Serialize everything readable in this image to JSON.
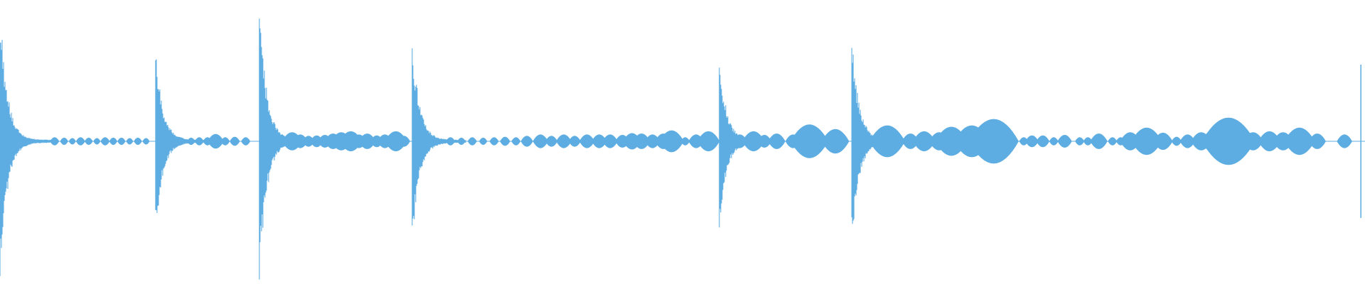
{
  "waveform": {
    "color": "#5dade2",
    "background": "#ffffff",
    "transients": [
      {
        "t": 0.0,
        "amp": 0.49
      },
      {
        "t": 0.114,
        "amp": 0.33
      },
      {
        "t": 0.19,
        "amp": 0.51
      },
      {
        "t": 0.302,
        "amp": 0.37
      },
      {
        "t": 0.527,
        "amp": 0.3
      },
      {
        "t": 0.624,
        "amp": 0.37
      }
    ],
    "blips": [
      {
        "t": 0.04,
        "amp": 0.018
      },
      {
        "t": 0.047,
        "amp": 0.016
      },
      {
        "t": 0.053,
        "amp": 0.014
      },
      {
        "t": 0.059,
        "amp": 0.018
      },
      {
        "t": 0.065,
        "amp": 0.016
      },
      {
        "t": 0.071,
        "amp": 0.014
      },
      {
        "t": 0.077,
        "amp": 0.018
      },
      {
        "t": 0.083,
        "amp": 0.016
      },
      {
        "t": 0.089,
        "amp": 0.016
      },
      {
        "t": 0.095,
        "amp": 0.014
      },
      {
        "t": 0.101,
        "amp": 0.016
      },
      {
        "t": 0.107,
        "amp": 0.014
      },
      {
        "t": 0.124,
        "amp": 0.026
      },
      {
        "t": 0.132,
        "amp": 0.018
      },
      {
        "t": 0.14,
        "amp": 0.016
      },
      {
        "t": 0.146,
        "amp": 0.018
      },
      {
        "t": 0.152,
        "amp": 0.018
      },
      {
        "t": 0.158,
        "amp": 0.032
      },
      {
        "t": 0.165,
        "amp": 0.018
      },
      {
        "t": 0.172,
        "amp": 0.02
      },
      {
        "t": 0.18,
        "amp": 0.018
      },
      {
        "t": 0.206,
        "amp": 0.028
      },
      {
        "t": 0.214,
        "amp": 0.04
      },
      {
        "t": 0.22,
        "amp": 0.03
      },
      {
        "t": 0.226,
        "amp": 0.024
      },
      {
        "t": 0.232,
        "amp": 0.026
      },
      {
        "t": 0.238,
        "amp": 0.028
      },
      {
        "t": 0.244,
        "amp": 0.034
      },
      {
        "t": 0.25,
        "amp": 0.04
      },
      {
        "t": 0.257,
        "amp": 0.044
      },
      {
        "t": 0.263,
        "amp": 0.03
      },
      {
        "t": 0.269,
        "amp": 0.034
      },
      {
        "t": 0.276,
        "amp": 0.026
      },
      {
        "t": 0.282,
        "amp": 0.03
      },
      {
        "t": 0.29,
        "amp": 0.044
      },
      {
        "t": 0.296,
        "amp": 0.024
      },
      {
        "t": 0.33,
        "amp": 0.018
      },
      {
        "t": 0.338,
        "amp": 0.016
      },
      {
        "t": 0.346,
        "amp": 0.018
      },
      {
        "t": 0.354,
        "amp": 0.016
      },
      {
        "t": 0.362,
        "amp": 0.018
      },
      {
        "t": 0.37,
        "amp": 0.02
      },
      {
        "t": 0.378,
        "amp": 0.018
      },
      {
        "t": 0.386,
        "amp": 0.024
      },
      {
        "t": 0.396,
        "amp": 0.03
      },
      {
        "t": 0.404,
        "amp": 0.024
      },
      {
        "t": 0.413,
        "amp": 0.03
      },
      {
        "t": 0.421,
        "amp": 0.024
      },
      {
        "t": 0.43,
        "amp": 0.03
      },
      {
        "t": 0.439,
        "amp": 0.03
      },
      {
        "t": 0.447,
        "amp": 0.03
      },
      {
        "t": 0.456,
        "amp": 0.028
      },
      {
        "t": 0.463,
        "amp": 0.036
      },
      {
        "t": 0.47,
        "amp": 0.034
      },
      {
        "t": 0.478,
        "amp": 0.03
      },
      {
        "t": 0.486,
        "amp": 0.034
      },
      {
        "t": 0.492,
        "amp": 0.048
      },
      {
        "t": 0.502,
        "amp": 0.018
      },
      {
        "t": 0.51,
        "amp": 0.03
      },
      {
        "t": 0.519,
        "amp": 0.044
      },
      {
        "t": 0.53,
        "amp": 0.018
      },
      {
        "t": 0.542,
        "amp": 0.03
      },
      {
        "t": 0.552,
        "amp": 0.044
      },
      {
        "t": 0.56,
        "amp": 0.028
      },
      {
        "t": 0.569,
        "amp": 0.034
      },
      {
        "t": 0.581,
        "amp": 0.03
      },
      {
        "t": 0.593,
        "amp": 0.074
      },
      {
        "t": 0.612,
        "amp": 0.054
      },
      {
        "t": 0.65,
        "amp": 0.07
      },
      {
        "t": 0.667,
        "amp": 0.034
      },
      {
        "t": 0.677,
        "amp": 0.044
      },
      {
        "t": 0.688,
        "amp": 0.04
      },
      {
        "t": 0.697,
        "amp": 0.064
      },
      {
        "t": 0.712,
        "amp": 0.07
      },
      {
        "t": 0.728,
        "amp": 0.098
      },
      {
        "t": 0.739,
        "amp": 0.034
      },
      {
        "t": 0.75,
        "amp": 0.018
      },
      {
        "t": 0.756,
        "amp": 0.026
      },
      {
        "t": 0.764,
        "amp": 0.026
      },
      {
        "t": 0.772,
        "amp": 0.018
      },
      {
        "t": 0.78,
        "amp": 0.028
      },
      {
        "t": 0.791,
        "amp": 0.018
      },
      {
        "t": 0.797,
        "amp": 0.018
      },
      {
        "t": 0.805,
        "amp": 0.034
      },
      {
        "t": 0.815,
        "amp": 0.018
      },
      {
        "t": 0.821,
        "amp": 0.018
      },
      {
        "t": 0.828,
        "amp": 0.04
      },
      {
        "t": 0.84,
        "amp": 0.06
      },
      {
        "t": 0.852,
        "amp": 0.038
      },
      {
        "t": 0.862,
        "amp": 0.02
      },
      {
        "t": 0.87,
        "amp": 0.03
      },
      {
        "t": 0.88,
        "amp": 0.04
      },
      {
        "t": 0.89,
        "amp": 0.054
      },
      {
        "t": 0.9,
        "amp": 0.104
      },
      {
        "t": 0.918,
        "amp": 0.04
      },
      {
        "t": 0.93,
        "amp": 0.044
      },
      {
        "t": 0.94,
        "amp": 0.04
      },
      {
        "t": 0.952,
        "amp": 0.06
      },
      {
        "t": 0.965,
        "amp": 0.034
      },
      {
        "t": 0.985,
        "amp": 0.03
      }
    ],
    "edge_spike": {
      "t": 0.997,
      "amp": 0.54
    }
  }
}
